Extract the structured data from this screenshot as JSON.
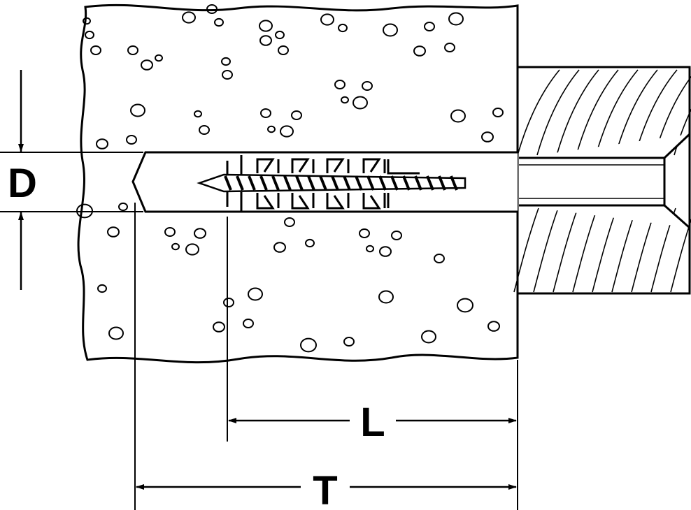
{
  "diagram": {
    "labels": {
      "diameter": "D",
      "length": "L",
      "thickness": "T"
    },
    "colors": {
      "stroke": "#000000",
      "background": "#ffffff"
    }
  }
}
